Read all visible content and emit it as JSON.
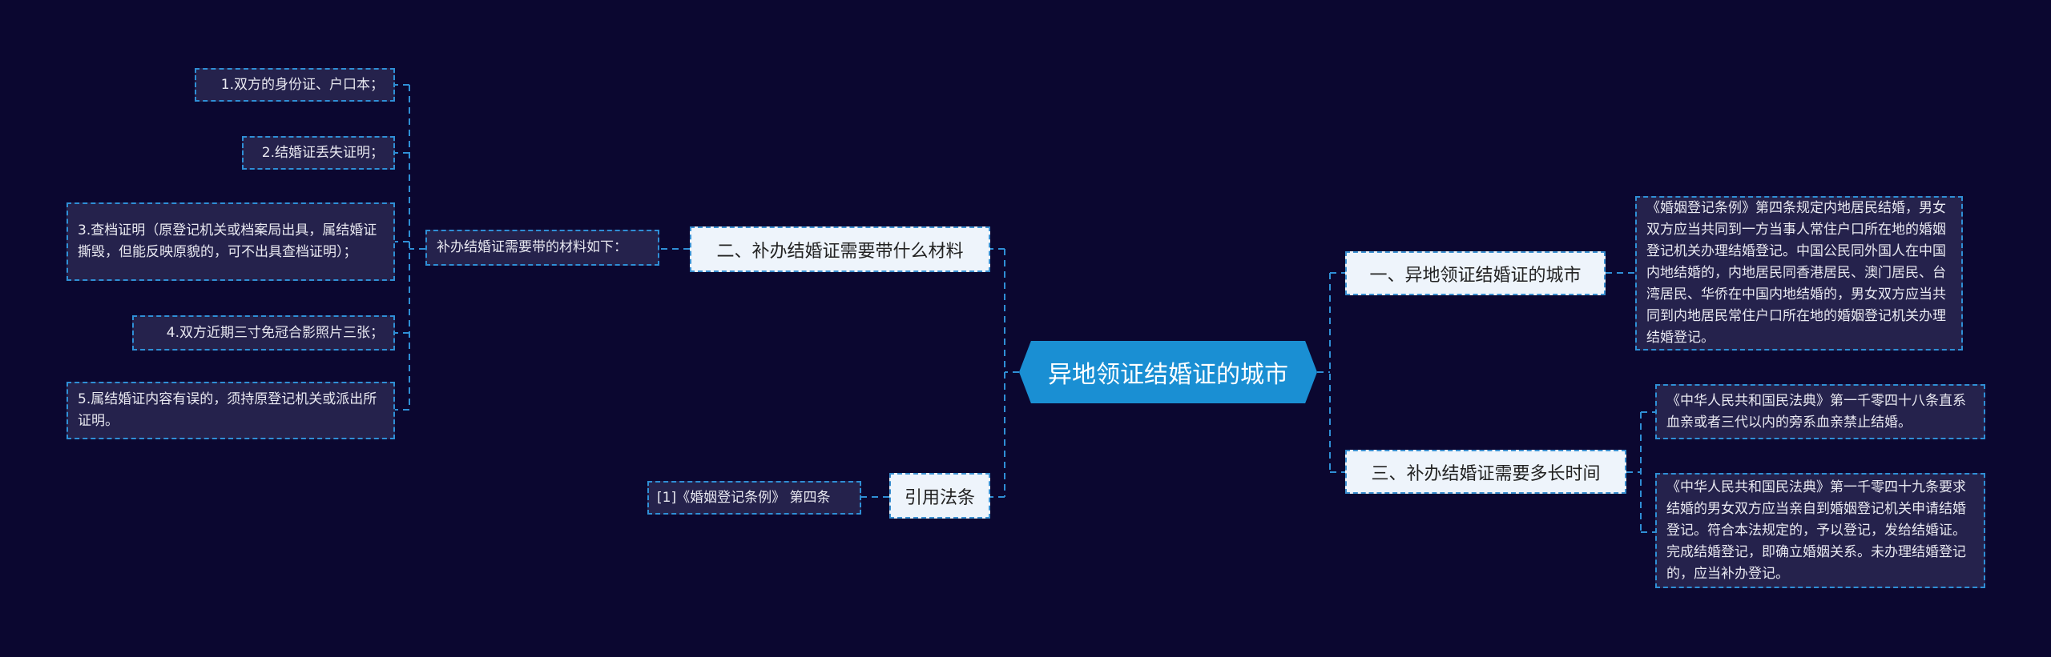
{
  "center": {
    "label": "异地领证结婚证的城市"
  },
  "right_branches": [
    {
      "label": "一、异地领证结婚证的城市",
      "children": [
        "《婚姻登记条例》第四条规定内地居民结婚，男女双方应当共同到一方当事人常住户口所在地的婚姻登记机关办理结婚登记。中国公民同外国人在中国内地结婚的，内地居民同香港居民、澳门居民、台湾居民、华侨在中国内地结婚的，男女双方应当共同到内地居民常住户口所在地的婚姻登记机关办理结婚登记。"
      ]
    },
    {
      "label": "三、补办结婚证需要多长时间",
      "children": [
        "《中华人民共和国民法典》第一千零四十八条直系血亲或者三代以内的旁系血亲禁止结婚。",
        "《中华人民共和国民法典》第一千零四十九条要求结婚的男女双方应当亲自到婚姻登记机关申请结婚登记。符合本法规定的，予以登记，发给结婚证。完成结婚登记，即确立婚姻关系。未办理结婚登记的，应当补办登记。"
      ]
    }
  ],
  "left_branches": [
    {
      "label": "二、补办结婚证需要带什么材料",
      "sub": "补办结婚证需要带的材料如下：",
      "items": [
        "1.双方的身份证、户口本；",
        "2.结婚证丢失证明；",
        "3.查档证明（原登记机关或档案局出具，属结婚证撕毁，但能反映原貌的，可不出具查档证明）；",
        "4.双方近期三寸免冠合影照片三张；",
        "5.属结婚证内容有误的，须持原登记机关或派出所证明。"
      ]
    },
    {
      "label": "引用法条",
      "children": [
        "[1]《婚姻登记条例》 第四条"
      ]
    }
  ],
  "colors": {
    "background": "#0b0730",
    "center": "#1a8fd3",
    "line": "#2f8fd6",
    "leaf": "#25224c"
  }
}
